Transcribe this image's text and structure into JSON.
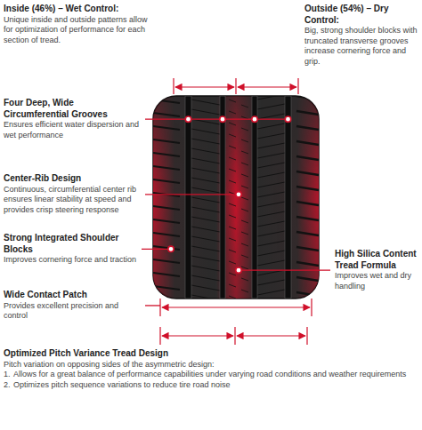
{
  "diagram": {
    "labels": [
      "Inside (46%) – Wet Control:",
      "Unique inside and outside patterns allow for optimization of performance for each section of tread.",
      "Outside (54%) – Dry Control:",
      "Big, strong shoulder blocks with truncated transverse grooves increase cornering force and grip.",
      "Four Deep, Wide Circumferential Grooves",
      "Ensures efficient water dispersion and wet performance",
      "Center-Rib Design",
      "Continuous, circumferential center rib ensures linear stability at speed and provides crisp steering response",
      "Strong Integrated Shoulder Blocks",
      "Improves cornering force and traction",
      "High Silica Content Tread Formula",
      "Improves wet and dry handling",
      "Wide Contact Patch",
      "Provides excellent precision and control",
      "Optimized Pitch Variance Tread Design",
      "Pitch variation on opposing sides of the asymmetric design:",
      "1.",
      "Allows for a great balance of performance capabilities under varying road conditions and weather requirements",
      "2.",
      "Optimizes pitch sequence variations to reduce tire road noise"
    ]
  }
}
